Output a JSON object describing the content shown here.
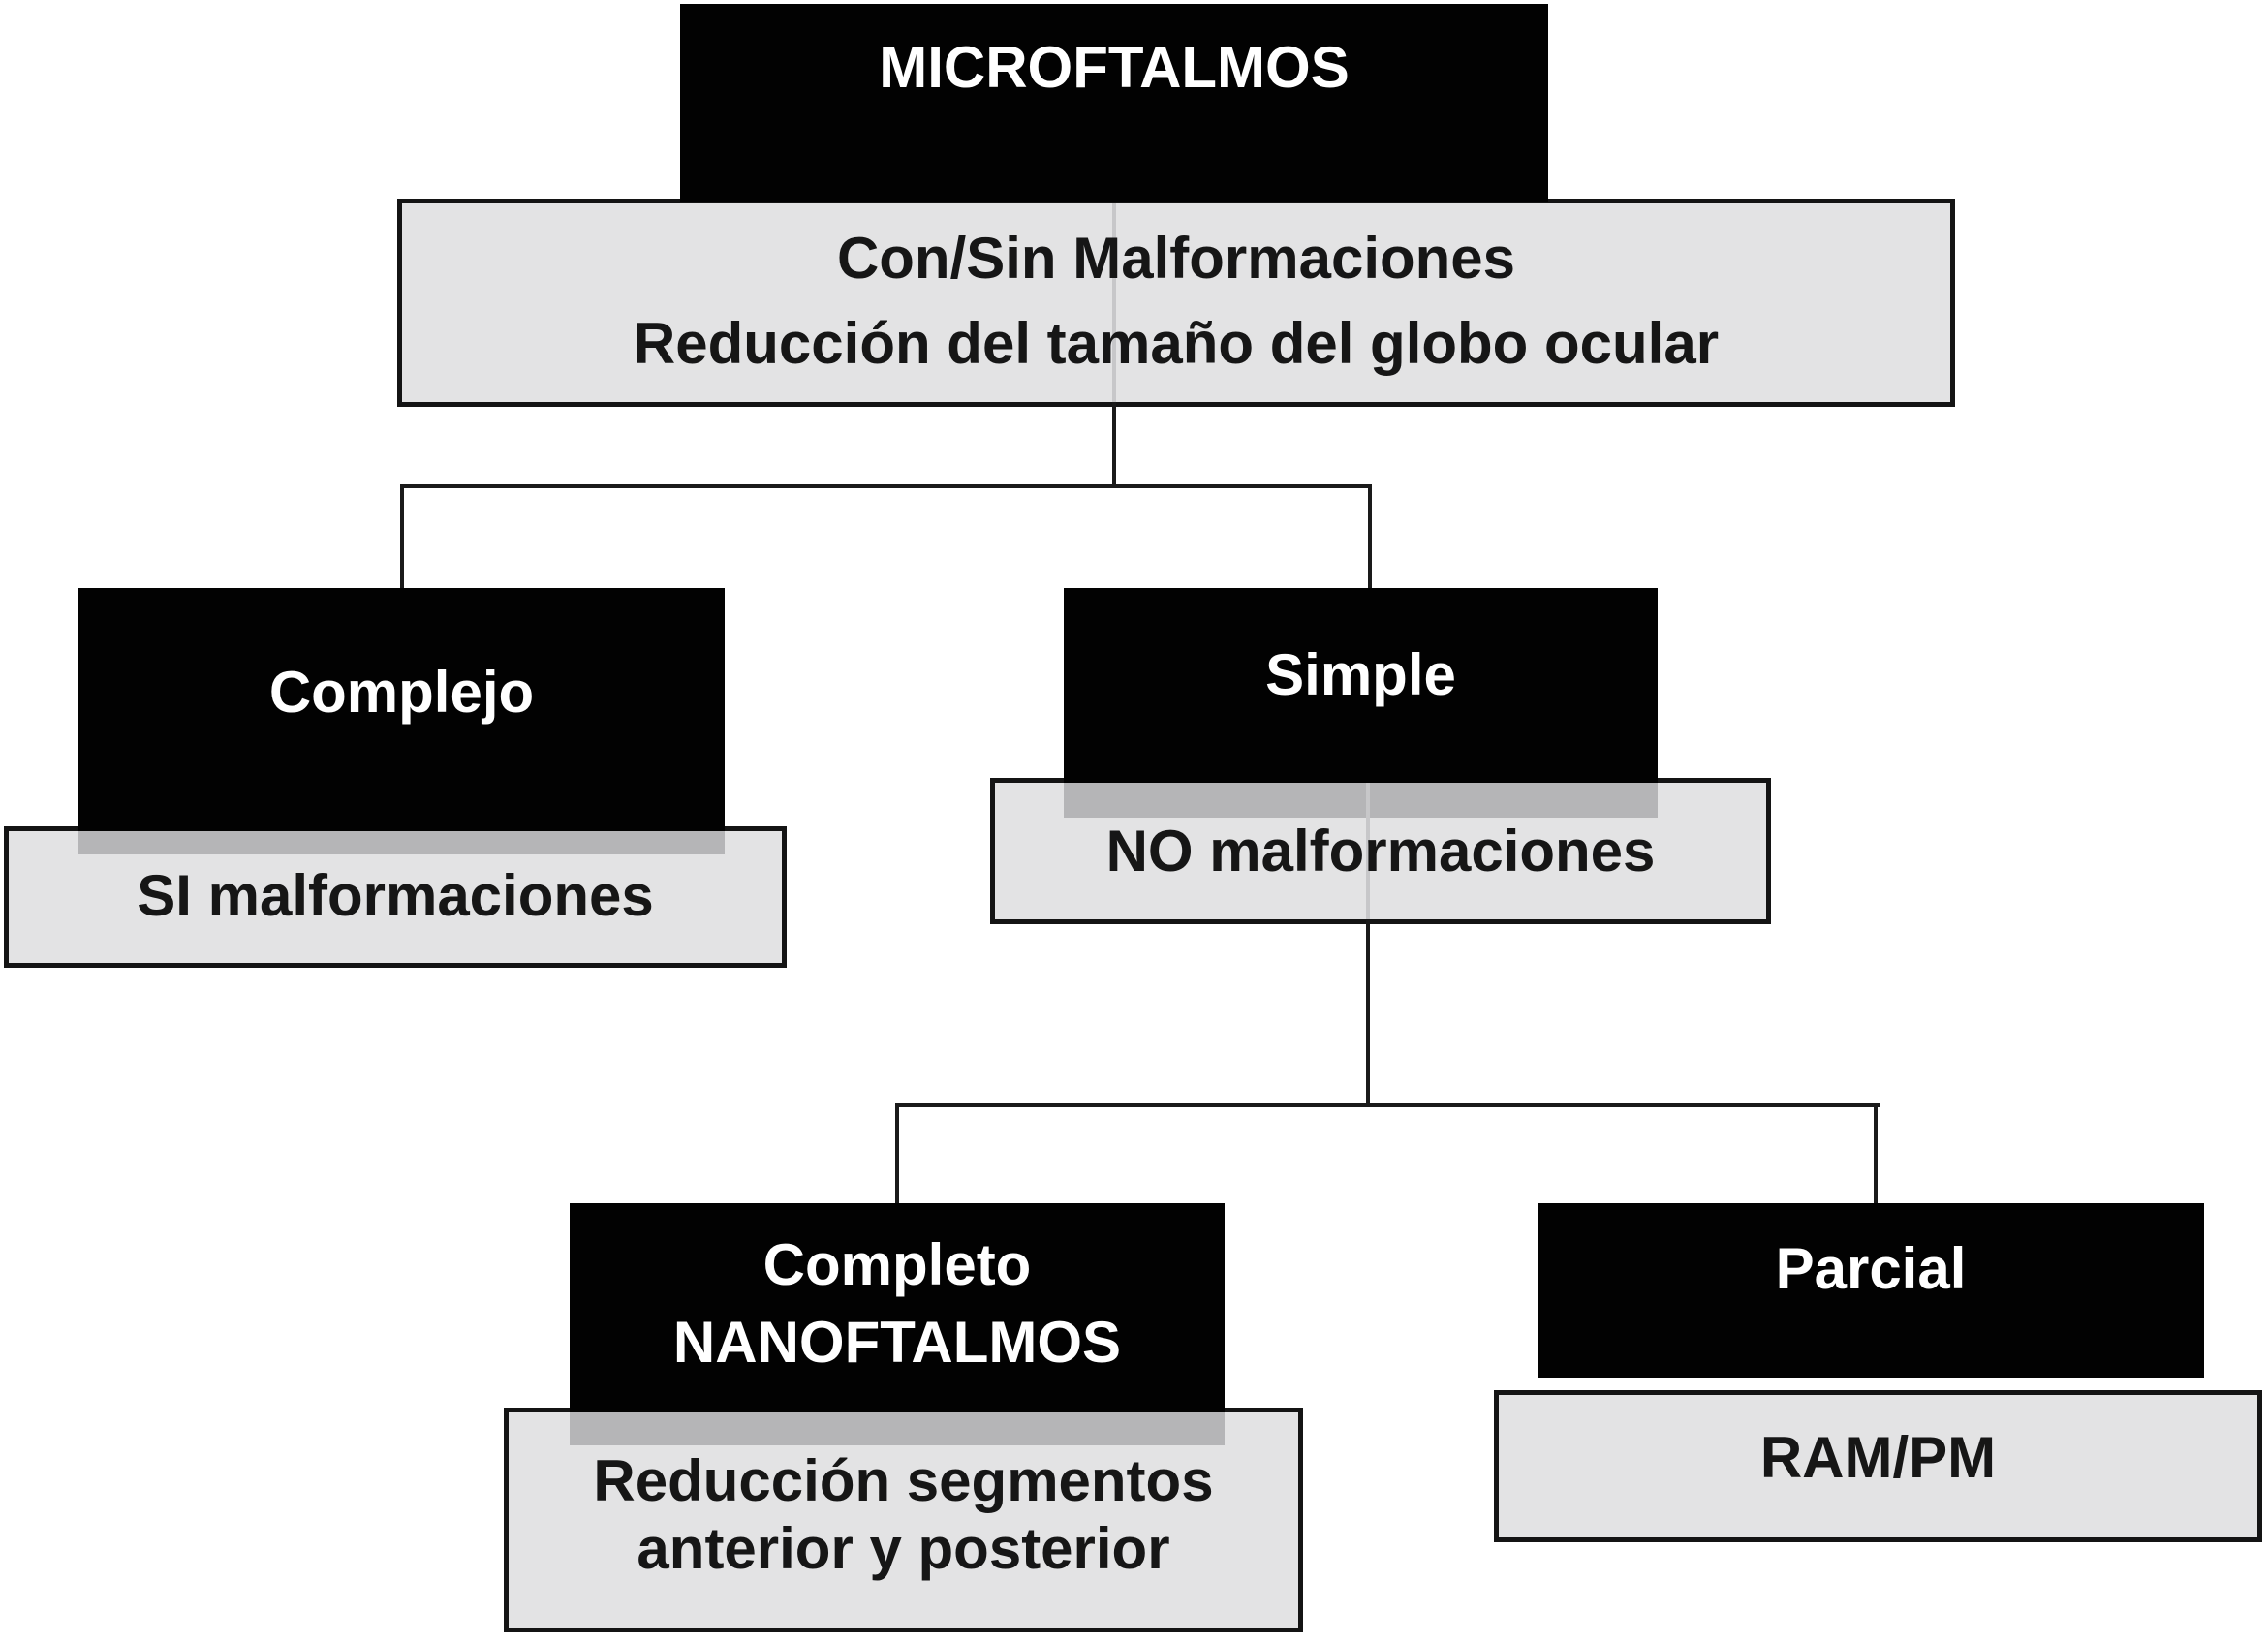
{
  "figure": {
    "type": "classification-flowchart",
    "language": "es",
    "background": "#ffffff"
  },
  "colors": {
    "category_box_fill": "#020202",
    "category_box_text": "#ffffff",
    "description_box_fill": "#e3e3e4",
    "description_box_border": "#141414",
    "description_box_text": "#161616",
    "shadow_band": "#b5b5b7",
    "connector_line": "#1a1a1a",
    "faint_passthrough_line": "#c7c7c9"
  },
  "nodes": {
    "microftalmos": {
      "label": "MICROFTALMOS",
      "description": [
        "Con/Sin Malformaciones",
        "Reducción del tamaño del globo ocular"
      ]
    },
    "complejo": {
      "label": "Complejo",
      "description": [
        "SI malformaciones"
      ]
    },
    "simple": {
      "label": "Simple",
      "description": [
        "NO malformaciones"
      ]
    },
    "completo_nanoftalmos": {
      "label": [
        "Completo",
        "NANOFTALMOS"
      ],
      "description": [
        "Reducción segmentos",
        "anterior y posterior"
      ]
    },
    "parcial": {
      "label": "Parcial",
      "description": [
        "RAM/PM"
      ]
    }
  },
  "tree": {
    "root": "microftalmos",
    "branches": [
      {
        "from": "microftalmos",
        "to": [
          "complejo",
          "simple"
        ]
      },
      {
        "from": "simple",
        "to": [
          "completo_nanoftalmos",
          "parcial"
        ]
      }
    ]
  }
}
